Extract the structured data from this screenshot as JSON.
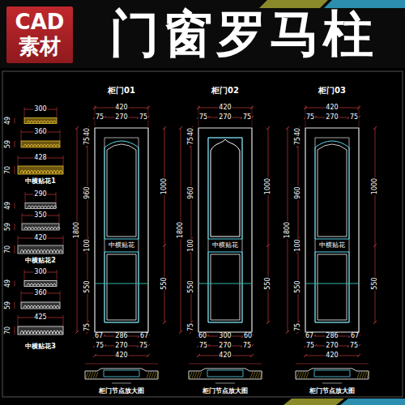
{
  "diagram": {
    "title": "门窗罗马柱",
    "nodes": [
      {
        "text": [
          "CAD",
          "素材"
        ]
      }
    ],
    "labels": [
      "300",
      "49",
      "360",
      "59",
      "428",
      "70",
      "中横贴花1",
      "290",
      "49",
      "350",
      "59",
      "420",
      "70",
      "中横贴花2",
      "300",
      "49",
      "360",
      "59",
      "425",
      "70",
      "中横贴花3",
      "柜门01",
      "420",
      "75",
      "270",
      "75",
      "40",
      "75",
      "960",
      "1800",
      "100",
      "550",
      "75",
      "1000",
      "550",
      "中横贴花",
      "67",
      "286",
      "67",
      "75",
      "270",
      "75",
      "420",
      "柜门节点放大图",
      "柜门02",
      "420",
      "75",
      "270",
      "75",
      "40",
      "75",
      "960",
      "1800",
      "100",
      "550",
      "75",
      "1000",
      "550",
      "中横贴花",
      "60",
      "300",
      "60",
      "75",
      "270",
      "75",
      "420",
      "柜门节点放大图",
      "柜门03",
      "420",
      "75",
      "270",
      "75",
      "40",
      "75",
      "960",
      "1800",
      "100",
      "550",
      "75",
      "1000",
      "550",
      "中横贴花",
      "67",
      "286",
      "67",
      "75",
      "270",
      "75",
      "420",
      "柜门节点放大图"
    ]
  }
}
